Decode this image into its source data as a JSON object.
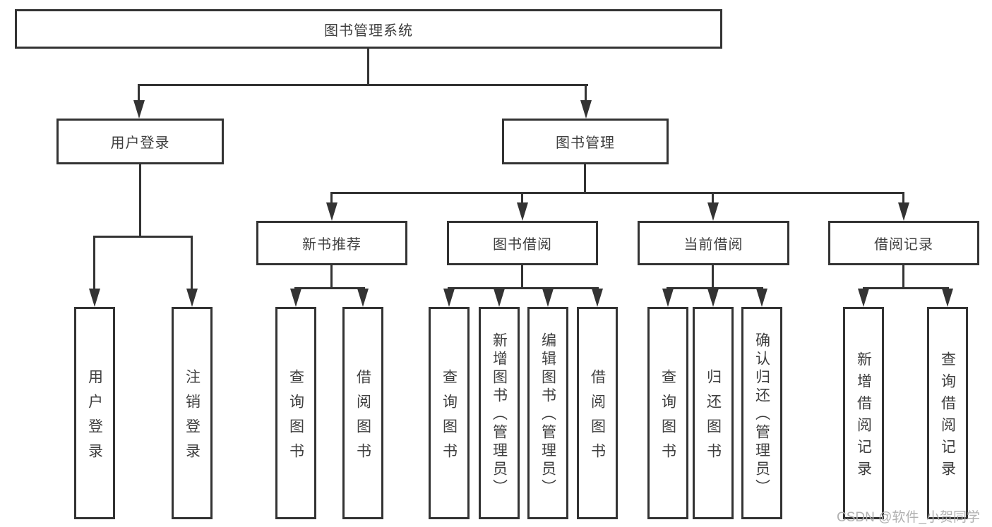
{
  "nodes": {
    "root": "图书管理系统",
    "user_login": "用户登录",
    "book_mgmt": "图书管理",
    "new_book_rec": "新书推荐",
    "book_borrow": "图书借阅",
    "current_borrow": "当前借阅",
    "borrow_record": "借阅记录",
    "leaf_user_login": "用户登录",
    "leaf_logout": "注销登录",
    "rec_query_book": "查询图书",
    "rec_borrow_book": "借阅图书",
    "bb_query_book": "查询图书",
    "bb_add_book": "新增图书（管理员）",
    "bb_edit_book": "编辑图书（管理员）",
    "bb_borrow_book": "借阅图书",
    "cb_query_book": "查询图书",
    "cb_return_book": "归还图书",
    "cb_confirm_return": "确认归还（管理员）",
    "br_add_record": "新增借阅记录",
    "br_query_record": "查询借阅记录"
  },
  "watermark": "CSDN @软件_小贺同学",
  "colors": {
    "line": "#333333",
    "text": "#3f3f3f",
    "watermark": "#b1b1b1",
    "background": "#ffffff"
  }
}
